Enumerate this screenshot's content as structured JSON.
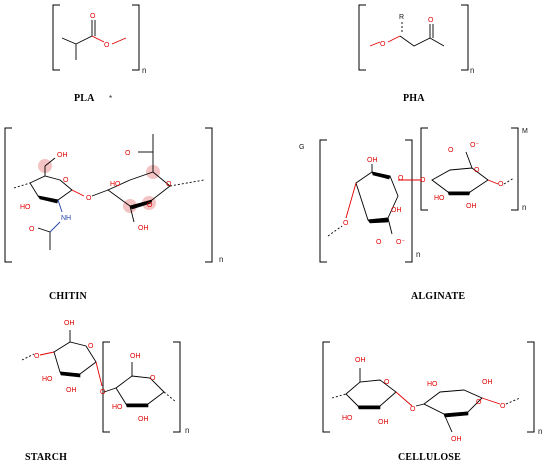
{
  "panels": {
    "pla": {
      "caption": "PLA",
      "star": "*",
      "repeat": "n"
    },
    "pha": {
      "caption": "PHA",
      "repeat": "n",
      "R": "R"
    },
    "chitin": {
      "caption": "CHITIN",
      "repeat": "n"
    },
    "alginate": {
      "caption": "ALGINATE",
      "repeat": "n",
      "G": "G",
      "M": "M"
    },
    "starch": {
      "caption": "STARCH",
      "repeat": "n"
    },
    "cellulose": {
      "caption": "CELLULOSE",
      "repeat": "n"
    }
  },
  "atoms": {
    "O": "O",
    "OH": "OH",
    "HO": "HO",
    "NH": "NH",
    "Ominus": "O⁻"
  }
}
